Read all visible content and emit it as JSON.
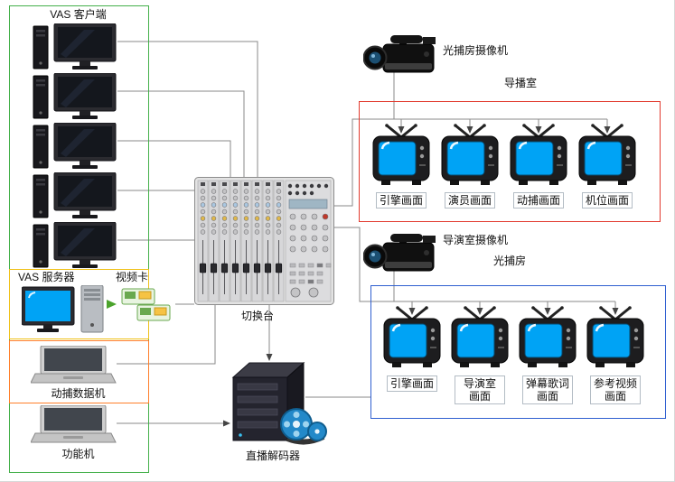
{
  "labels": {
    "vas_clients": "VAS 客户端",
    "vas_server": "VAS 服务器",
    "video_card": "视频卡",
    "switcher": "切换台",
    "decoder": "直播解码器",
    "mocap_machine": "动捕数据机",
    "function_machine": "功能机",
    "camera_light_room": "光捕房摄像机",
    "broadcast_room": "导播室",
    "camera_director_room": "导演室摄像机",
    "light_room": "光捕房"
  },
  "broadcast_room_monitors": [
    {
      "label": "引擎画面"
    },
    {
      "label": "演员画面"
    },
    {
      "label": "动捕画面"
    },
    {
      "label": "机位画面"
    }
  ],
  "light_room_monitors": [
    {
      "label": "引擎画面"
    },
    {
      "label": "导演室\n画面"
    },
    {
      "label": "弹幕歌词\n画面"
    },
    {
      "label": "参考视频\n画面"
    }
  ],
  "colors": {
    "green": "#44b04a",
    "yellow": "#f0c11a",
    "orange": "#ff7f2a",
    "red": "#e23a2e",
    "blue": "#2f5fd0",
    "line": "#8a8a8a",
    "screen_blue": "#00a3f5"
  }
}
